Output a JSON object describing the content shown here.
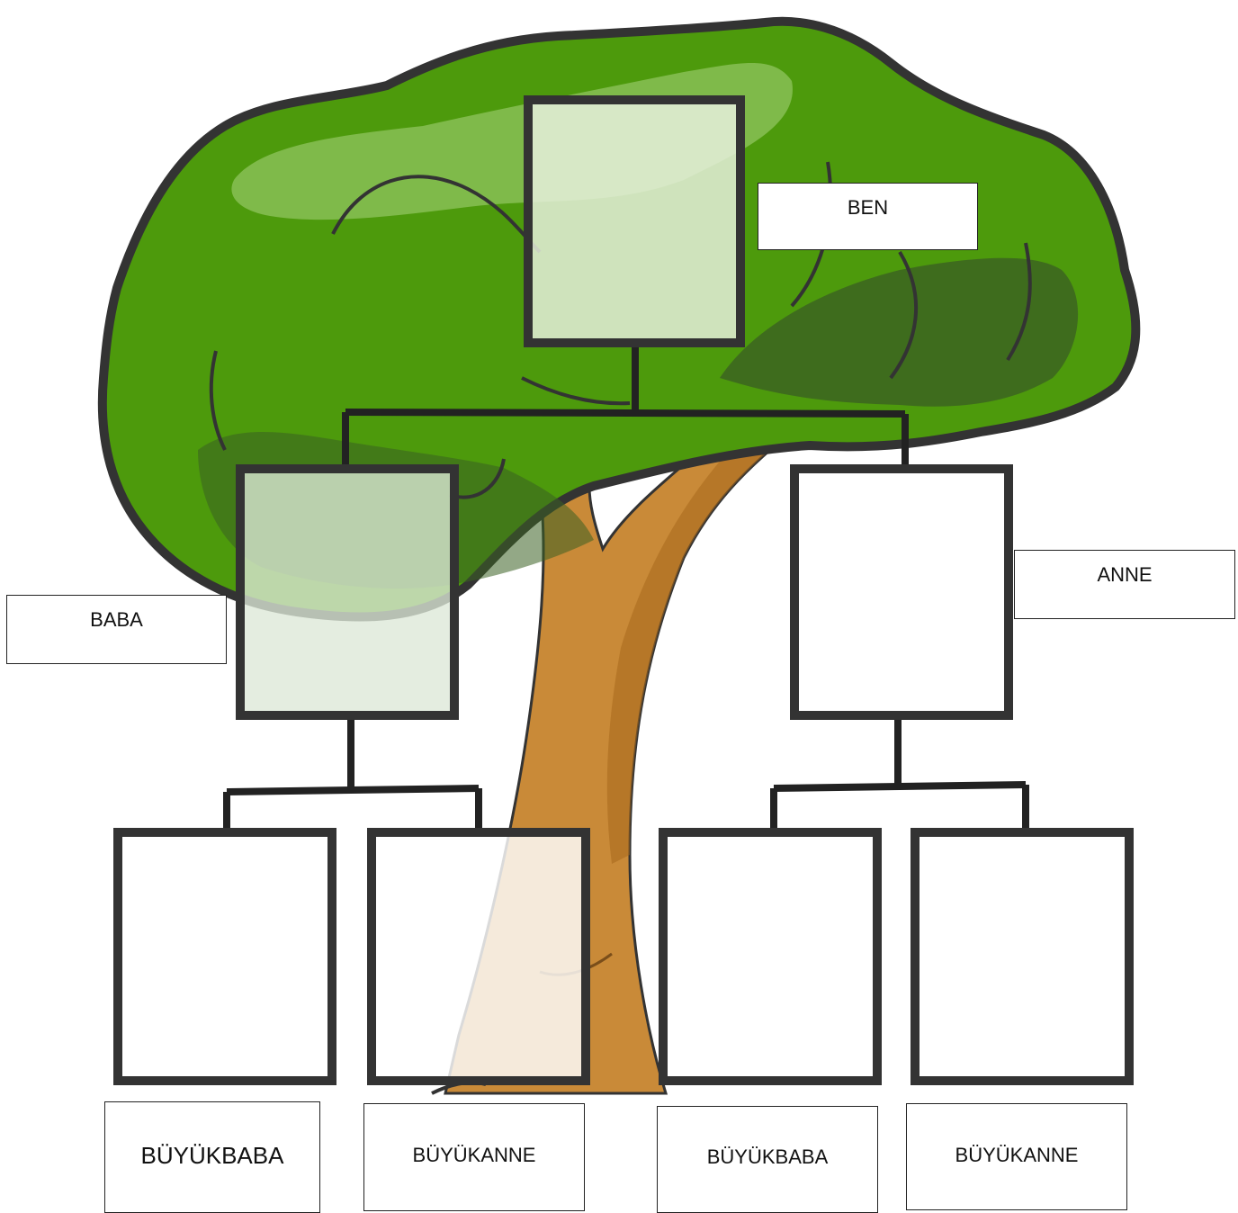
{
  "tree": {
    "colors": {
      "foliage": "#4d9a0c",
      "foliage_light": "#8cc05a",
      "foliage_shadow": "#3b6022",
      "outline": "#333333",
      "trunk": "#c98a38",
      "trunk_dark": "#a6681c"
    }
  },
  "labels": {
    "ben": "BEN",
    "baba": "BABA",
    "anne": "ANNE",
    "grandfather_paternal": "BÜYÜKBABA",
    "grandmother_paternal": "BÜYÜKANNE",
    "grandfather_maternal": "BÜYÜKBABA",
    "grandmother_maternal": "BÜYÜKANNE"
  }
}
